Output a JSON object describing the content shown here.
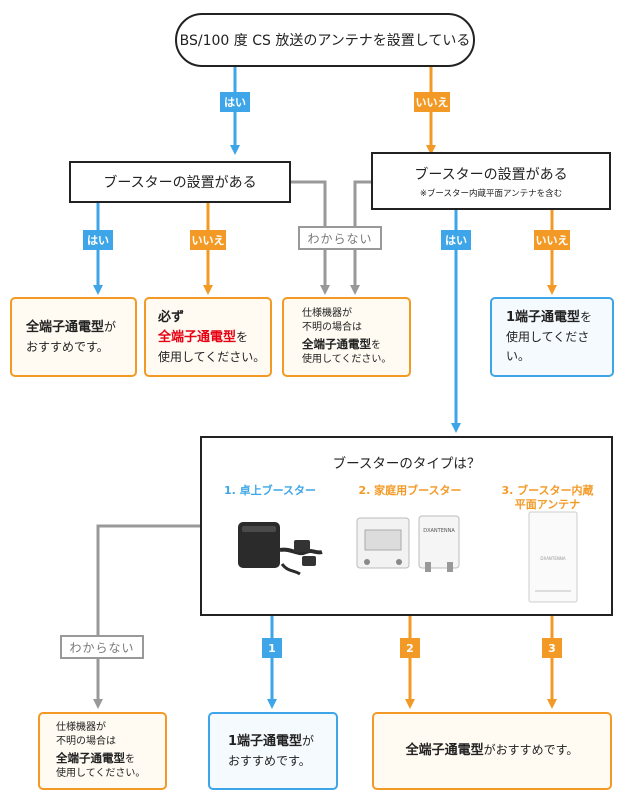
{
  "top_question": "BS/100 度 CS 放送のアンテナを設置している",
  "yes": "はい",
  "no": "いいえ",
  "unknown": "わからない",
  "left_question": "ブースターの設置がある",
  "right_question": {
    "main": "ブースターの設置がある",
    "note": "※ブースター内蔵平面アンテナを含む"
  },
  "answers": {
    "a1": {
      "bold": "全端子通電型",
      "tail": "が",
      "line2": "おすすめです。"
    },
    "a2": {
      "line1": "必ず",
      "red": "全端子通電型",
      "tail": "を",
      "line3": "使用してください。"
    },
    "a3": {
      "line1": "仕様機器が",
      "line2": "不明の場合は",
      "bold": "全端子通電型",
      "tail": "を",
      "line4": "使用してください。"
    },
    "a4": {
      "bold": "1端子通電型",
      "tail": "を",
      "line2": "使用してください。"
    },
    "b1": {
      "line1": "仕様機器が",
      "line2": "不明の場合は",
      "bold": "全端子通電型",
      "tail": "を",
      "line4": "使用してください。"
    },
    "b2": {
      "bold": "1端子通電型",
      "tail": "が",
      "line2": "おすすめです。"
    },
    "b3": {
      "bold": "全端子通電型",
      "tail": "がおすすめです。"
    }
  },
  "types": {
    "title": "ブースターのタイプは？",
    "t1": "1. 卓上ブースター",
    "t2": "2. 家庭用ブースター",
    "t3_line1": "3. ブースター内蔵",
    "t3_line2": "平面アンテナ",
    "device_text": "DXANTENNA"
  },
  "num_labels": [
    "1",
    "2",
    "3"
  ],
  "colors": {
    "blue": "#3ea6e8",
    "orange": "#f39a26",
    "gray": "#999999",
    "red": "#e60012"
  }
}
